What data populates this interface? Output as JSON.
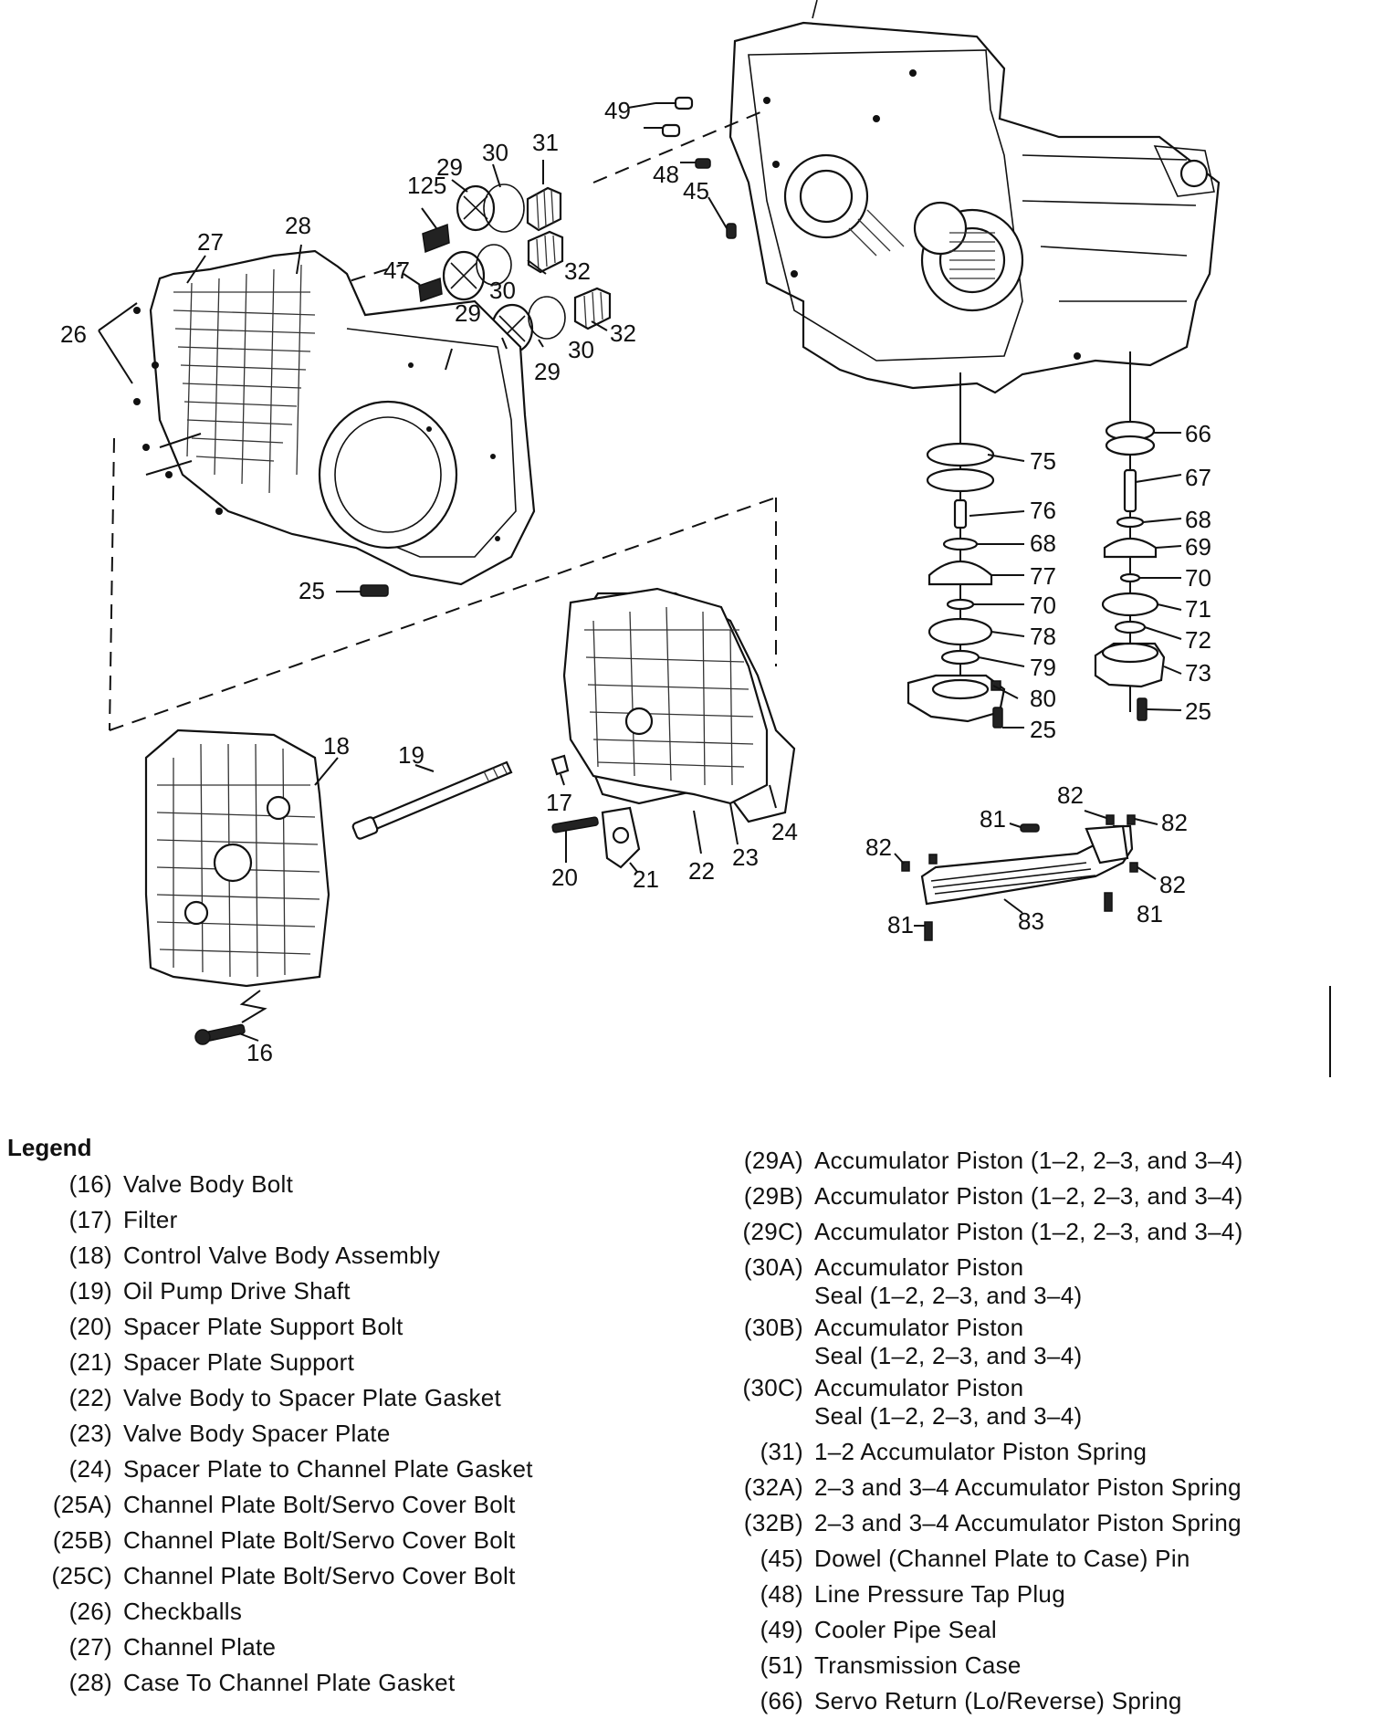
{
  "diagram": {
    "callouts": [
      "125",
      "29",
      "30",
      "31",
      "49",
      "48",
      "45",
      "28",
      "27",
      "47",
      "32",
      "26",
      "30",
      "32",
      "29",
      "30",
      "29",
      "25",
      "18",
      "19",
      "17",
      "20",
      "21",
      "22",
      "23",
      "24",
      "16",
      "75",
      "76",
      "68",
      "77",
      "70",
      "78",
      "79",
      "80",
      "25",
      "66",
      "67",
      "68",
      "69",
      "70",
      "71",
      "72",
      "73",
      "25",
      "82",
      "81",
      "82",
      "82",
      "82",
      "83",
      "81",
      "81"
    ]
  },
  "legend": {
    "title": "Legend",
    "left": [
      {
        "num": "(16)",
        "text": "Valve Body Bolt"
      },
      {
        "num": "(17)",
        "text": "Filter"
      },
      {
        "num": "(18)",
        "text": "Control Valve Body Assembly"
      },
      {
        "num": "(19)",
        "text": "Oil Pump Drive Shaft"
      },
      {
        "num": "(20)",
        "text": "Spacer Plate Support Bolt"
      },
      {
        "num": "(21)",
        "text": "Spacer Plate Support"
      },
      {
        "num": "(22)",
        "text": "Valve Body to Spacer Plate Gasket"
      },
      {
        "num": "(23)",
        "text": "Valve Body Spacer Plate"
      },
      {
        "num": "(24)",
        "text": "Spacer Plate to Channel Plate Gasket"
      },
      {
        "num": "(25A)",
        "text": "Channel Plate Bolt/Servo Cover Bolt"
      },
      {
        "num": "(25B)",
        "text": "Channel Plate Bolt/Servo Cover Bolt"
      },
      {
        "num": "(25C)",
        "text": "Channel Plate Bolt/Servo Cover Bolt"
      },
      {
        "num": "(26)",
        "text": "Checkballs"
      },
      {
        "num": "(27)",
        "text": "Channel Plate"
      },
      {
        "num": "(28)",
        "text": "Case To Channel Plate Gasket"
      }
    ],
    "right": [
      {
        "num": "(29A)",
        "line1": "Accumulator Piston (1–2, 2–3, and 3–4)"
      },
      {
        "num": "(29B)",
        "line1": "Accumulator Piston (1–2, 2–3, and 3–4)"
      },
      {
        "num": "(29C)",
        "line1": "Accumulator Piston (1–2, 2–3, and 3–4)"
      },
      {
        "num": "(30A)",
        "line1": "Accumulator Piston",
        "line2": "Seal (1–2, 2–3, and 3–4)"
      },
      {
        "num": "(30B)",
        "line1": "Accumulator Piston",
        "line2": "Seal (1–2, 2–3, and 3–4)"
      },
      {
        "num": "(30C)",
        "line1": "Accumulator Piston",
        "line2": "Seal (1–2, 2–3, and 3–4)"
      },
      {
        "num": "(31)",
        "line1": "1–2 Accumulator Piston Spring"
      },
      {
        "num": "(32A)",
        "line1": "2–3 and 3–4 Accumulator Piston Spring"
      },
      {
        "num": "(32B)",
        "line1": "2–3 and 3–4 Accumulator Piston Spring"
      },
      {
        "num": "(45)",
        "line1": "Dowel (Channel Plate to Case) Pin"
      },
      {
        "num": "(48)",
        "line1": "Line Pressure Tap Plug"
      },
      {
        "num": "(49)",
        "line1": "Cooler Pipe Seal"
      },
      {
        "num": "(51)",
        "line1": "Transmission Case"
      },
      {
        "num": "(66)",
        "line1": "Servo Return (Lo/Reverse) Spring"
      }
    ]
  }
}
